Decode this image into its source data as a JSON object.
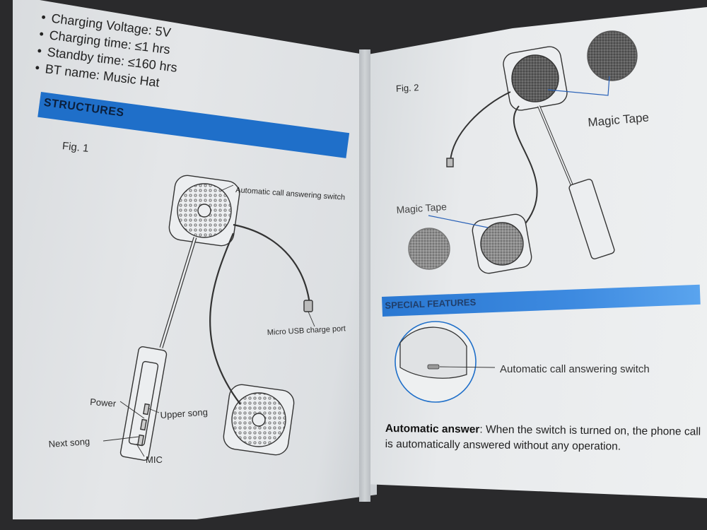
{
  "left_page": {
    "specs": [
      "Charging Voltage: 5V",
      "Charging time: ≤1 hrs",
      "Standby time: ≤160 hrs",
      "BT name: Music Hat"
    ],
    "section_title": "STRUCTURES",
    "figure_label": "Fig. 1",
    "callouts": {
      "switch": "Automatic call answering switch",
      "usb": "Micro USB charge port",
      "power": "Power",
      "upper_song": "Upper song",
      "next_song": "Next song",
      "mic": "MIC"
    }
  },
  "right_page": {
    "figure_label": "Fig. 2",
    "magic_tape_top": "Magic Tape",
    "magic_tape_left": "Magic Tape",
    "section_title": "SPECIAL FEATURES",
    "switch_callout": "Automatic call answering switch",
    "answer_heading": "Automatic answer",
    "answer_text": ": When the switch is turned on, the phone call is automatically answered without any operation."
  },
  "colors": {
    "section_band": "#1f6fc9",
    "page": "#e6e8ea",
    "ink": "#222222"
  }
}
